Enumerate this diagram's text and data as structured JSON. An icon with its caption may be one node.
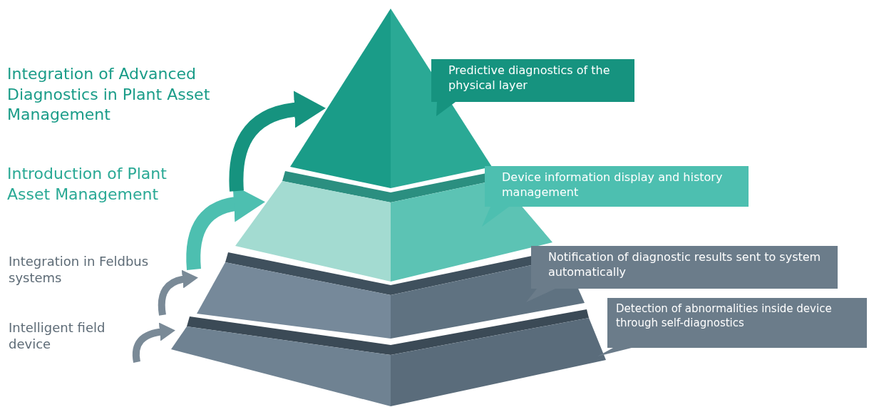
{
  "diagram": {
    "nodes": [
      {
        "text": [],
        "shape": "triangle"
      },
      {
        "text": [],
        "shape": "band"
      },
      {
        "text": [],
        "shape": "band"
      },
      {
        "text": [],
        "shape": "band"
      },
      {
        "text": [
          "Predictive diagnostics of the physical layer"
        ]
      },
      {
        "text": [
          "Device information display and history management"
        ]
      },
      {
        "text": [
          "Notification of diagnostic results sent to system automatically"
        ]
      },
      {
        "text": [
          "Detection of abnormalities inside device through self-diagnostics"
        ]
      }
    ],
    "edges": [
      {
        "from": null,
        "to": 3,
        "arrow": "to",
        "color": "#7a8a97"
      },
      {
        "from": 3,
        "to": 2,
        "arrow": "to",
        "color": "#7a8a97"
      },
      {
        "from": 2,
        "to": 1,
        "arrow": "to",
        "style": "thick",
        "color": "#4dbfb0"
      },
      {
        "from": 1,
        "to": 0,
        "arrow": "to",
        "style": "thick",
        "color": "#16937f"
      }
    ],
    "labels": [
      "Integration of Advanced Diagnostics in Plant Asset Management",
      "Introduction of Plant Asset Management",
      "Integration in Feldbus systems",
      "Intelligent field device"
    ]
  }
}
